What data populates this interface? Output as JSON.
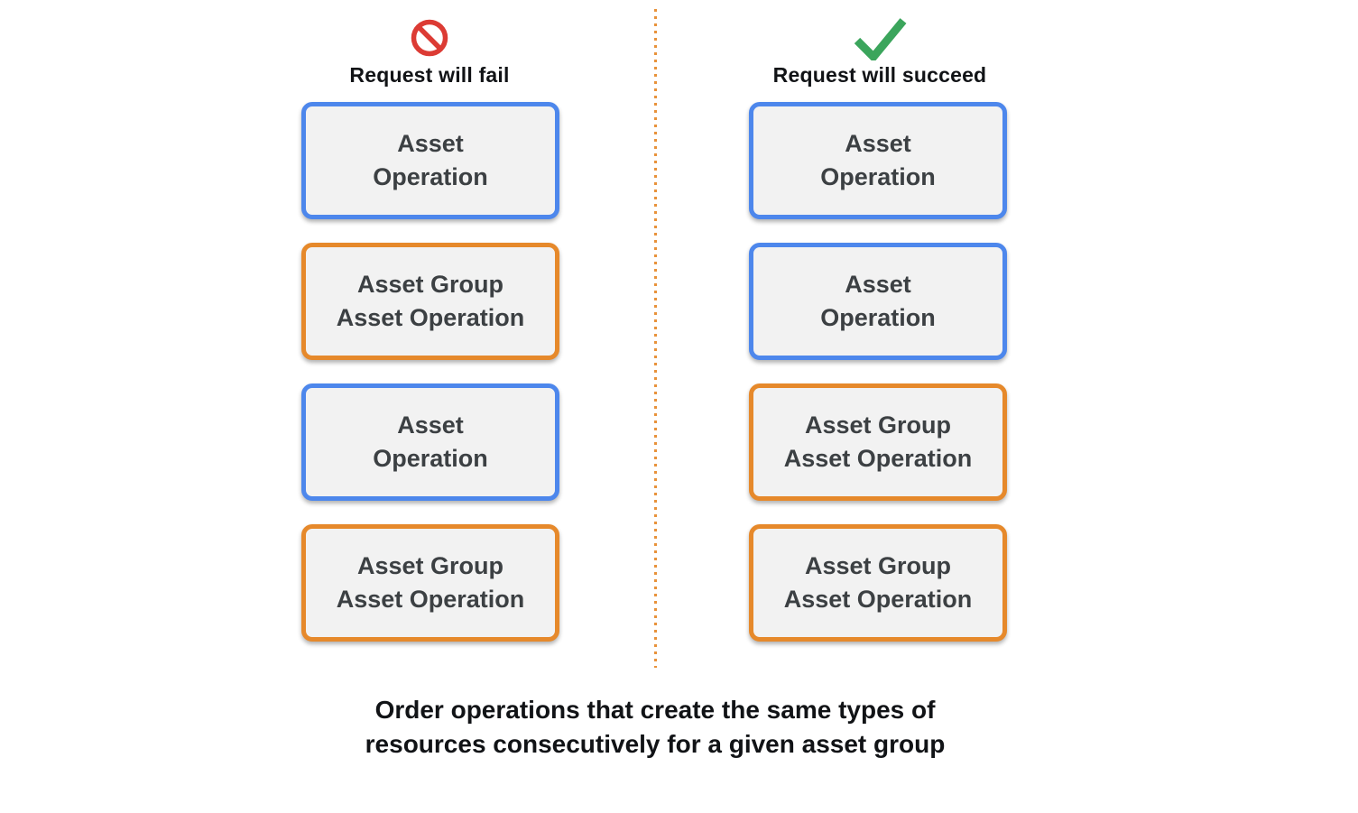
{
  "columns": [
    {
      "id": "fail",
      "header": "Request will fail",
      "icon": "prohibition-icon",
      "boxes": [
        {
          "type": "asset-operation",
          "lines": [
            "Asset",
            "Operation"
          ]
        },
        {
          "type": "asset-group-asset-operation",
          "lines": [
            "Asset Group",
            "Asset Operation"
          ]
        },
        {
          "type": "asset-operation",
          "lines": [
            "Asset",
            "Operation"
          ]
        },
        {
          "type": "asset-group-asset-operation",
          "lines": [
            "Asset Group",
            "Asset Operation"
          ]
        }
      ]
    },
    {
      "id": "succeed",
      "header": "Request will succeed",
      "icon": "checkmark-icon",
      "boxes": [
        {
          "type": "asset-operation",
          "lines": [
            "Asset",
            "Operation"
          ]
        },
        {
          "type": "asset-operation",
          "lines": [
            "Asset",
            "Operation"
          ]
        },
        {
          "type": "asset-group-asset-operation",
          "lines": [
            "Asset Group",
            "Asset Operation"
          ]
        },
        {
          "type": "asset-group-asset-operation",
          "lines": [
            "Asset Group",
            "Asset Operation"
          ]
        }
      ]
    }
  ],
  "caption": {
    "line1": "Order operations that create the same types of",
    "line2": "resources consecutively for a given asset group"
  },
  "colors": {
    "blue": "#4D87EC",
    "orange": "#E6892B",
    "dot": "#E8923A",
    "red": "#DC3B34",
    "green": "#3BA55C",
    "box-fill": "#F2F2F2",
    "box-text": "#3C4043"
  }
}
